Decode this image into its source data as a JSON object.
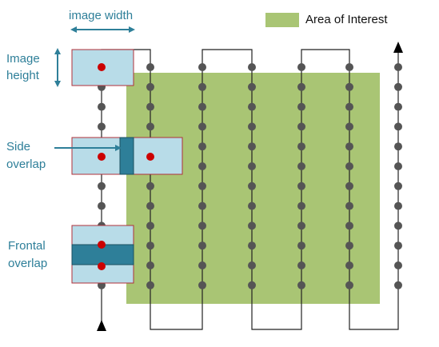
{
  "legend": {
    "label": "Area of Interest",
    "color": "#a9c574"
  },
  "labels": {
    "image_width": "image width",
    "image_height_line1": "Image",
    "image_height_line2": "height",
    "side_overlap_line1": "Side",
    "side_overlap_line2": "overlap",
    "frontal_overlap_line1": "Frontal",
    "frontal_overlap_line2": "overlap"
  },
  "colors": {
    "area_of_interest": "#a9c574",
    "image_footprint_fill": "#b8dce8",
    "image_footprint_border": "#b0303a",
    "overlap_fill": "#2e7f99",
    "capture_point": "#555555",
    "image_center": "#cc0000",
    "flight_path": "#222222",
    "label_text": "#2e7f99",
    "arrow_color": "#2e7f99"
  },
  "icons": {
    "start_marker": "triangle-up-icon",
    "end_marker": "triangle-up-icon"
  },
  "flight_lines": 7,
  "capture_points_per_line": 12
}
